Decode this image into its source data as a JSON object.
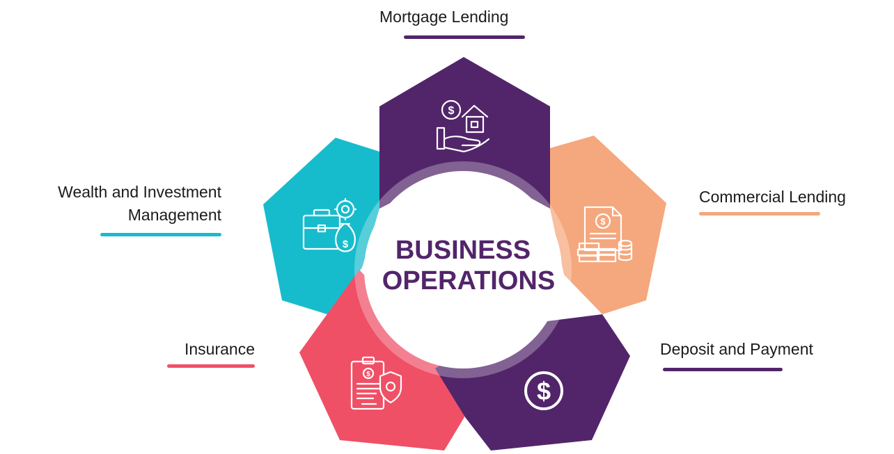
{
  "center": {
    "line1": "BUSINESS",
    "line2": "OPERATIONS"
  },
  "segments": [
    {
      "id": "mortgage",
      "label": "Mortgage Lending",
      "color": "#52256a",
      "icon": "house-in-hand-dollar-icon"
    },
    {
      "id": "commercial",
      "label": "Commercial Lending",
      "color": "#f5a77d",
      "icon": "document-cash-coins-icon"
    },
    {
      "id": "deposit",
      "label": "Deposit and Payment",
      "color": "#52256a",
      "icon": "dollar-circle-icon"
    },
    {
      "id": "insurance",
      "label": "Insurance",
      "color": "#ef5066",
      "icon": "clipboard-shield-icon"
    },
    {
      "id": "wealth",
      "label_line1": "Wealth and Investment",
      "label_line2": "Management",
      "color": "#17bccc",
      "icon": "briefcase-money-bag-gear-icon"
    }
  ],
  "colors": {
    "center_text": "#52256a",
    "center_fill": "#ffffff",
    "ring": "rgba(255,255,255,0.28)"
  }
}
